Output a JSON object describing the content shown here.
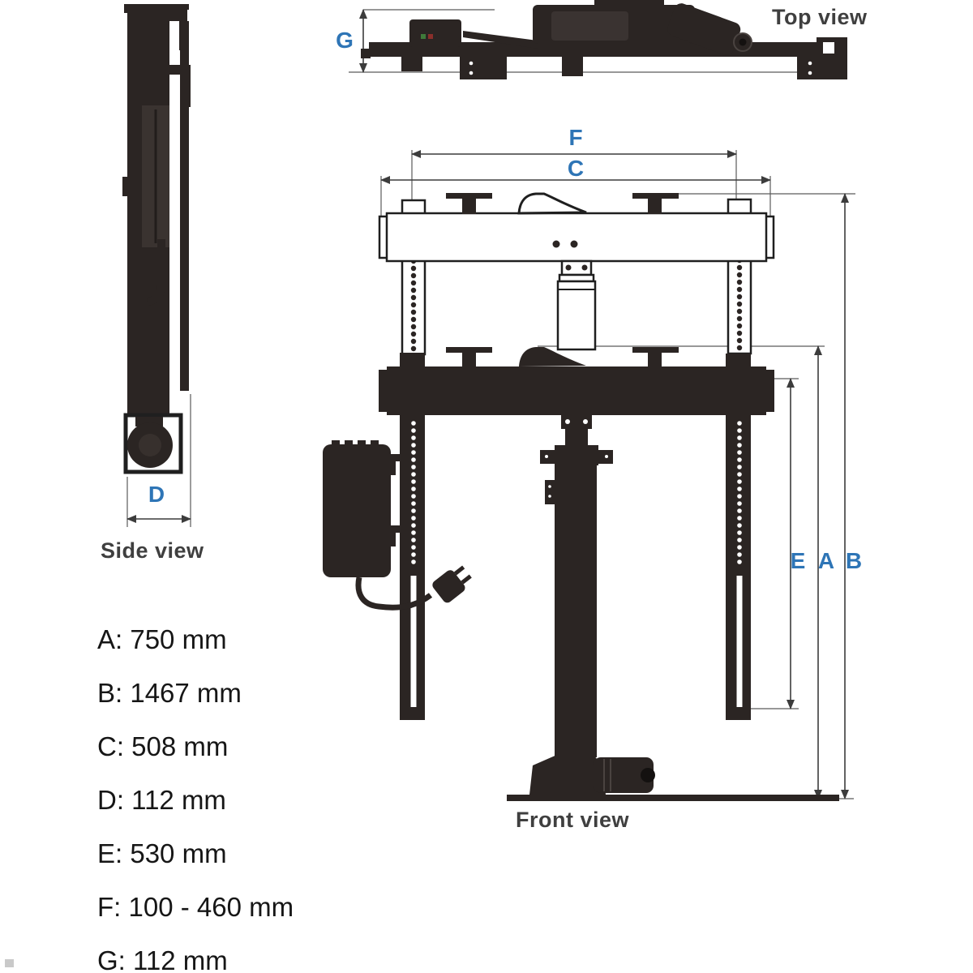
{
  "page": {
    "background": "#ffffff"
  },
  "colors": {
    "accent_blue": "#2E75B6",
    "view_label_gray": "#3F3F3F",
    "list_text": "#161616",
    "drawing_dark": "#2B2523",
    "dimension_line": "#3C3C3C",
    "led_green": "#3F7A3A",
    "led_red": "#8A2F2B"
  },
  "views": {
    "top_view": {
      "label": "Top view",
      "dimension_letter": "G"
    },
    "side_view": {
      "label": "Side view",
      "dimension_letter": "D"
    },
    "front_view": {
      "label": "Front view",
      "dimension_letters": {
        "f": "F",
        "c": "C",
        "e": "E",
        "a": "A",
        "b": "B"
      }
    }
  },
  "dimension_list": {
    "items": [
      {
        "letter": "A",
        "value": "750 mm",
        "text": "A: 750 mm"
      },
      {
        "letter": "B",
        "value": "1467 mm",
        "text": "B: 1467 mm"
      },
      {
        "letter": "C",
        "value": "508 mm",
        "text": "C: 508 mm"
      },
      {
        "letter": "D",
        "value": "112 mm",
        "text": "D: 112 mm"
      },
      {
        "letter": "E",
        "value": "530 mm",
        "text": "E: 530 mm"
      },
      {
        "letter": "F",
        "value": "100 - 460 mm",
        "text": "F: 100 - 460 mm"
      },
      {
        "letter": "G",
        "value": "112 mm",
        "text": "G: 112 mm"
      }
    ]
  }
}
